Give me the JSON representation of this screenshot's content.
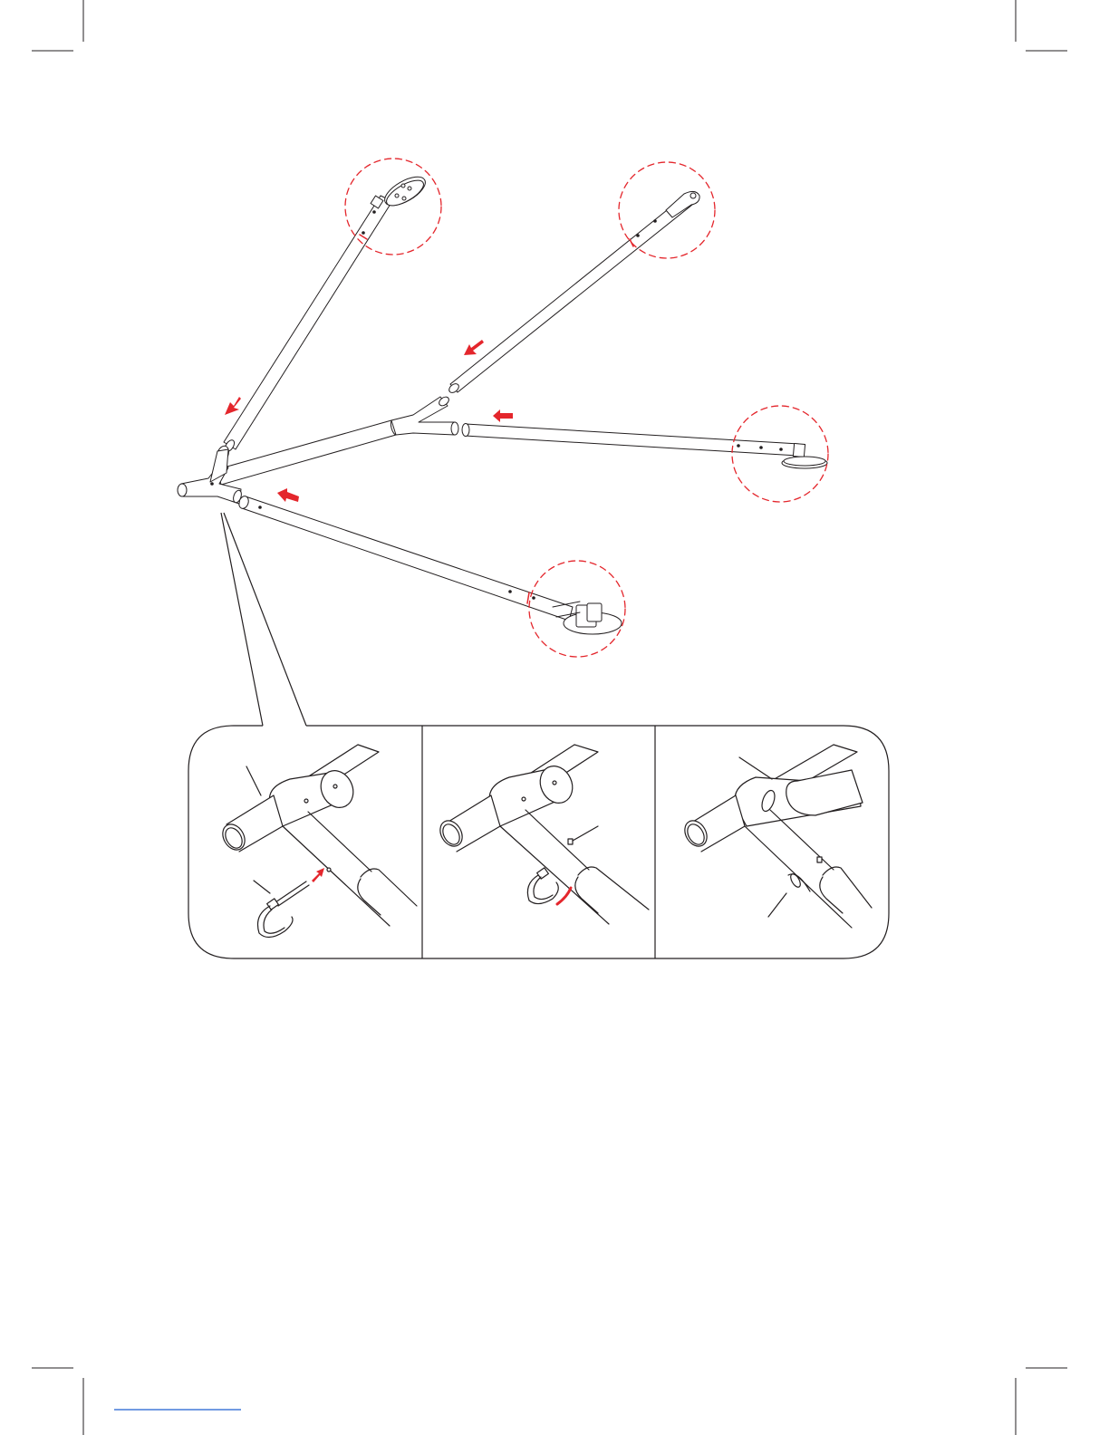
{
  "colors": {
    "ink": "#231f20",
    "accent_red": "#e4262c",
    "footer_link": "#1f5fd1",
    "paper": "#ffffff"
  },
  "diagram": {
    "main_assembly": {
      "tubes": [
        "tube-top-left",
        "tube-top-right",
        "tube-right",
        "tube-bottom",
        "hub-tube"
      ],
      "arrows": [
        "arrow-top-left",
        "arrow-top-right",
        "arrow-right",
        "arrow-bottom"
      ],
      "detail_circles": [
        "circle-top-left",
        "circle-top-right",
        "circle-right",
        "circle-bottom"
      ]
    },
    "detail_panels": [
      "panel-step-1",
      "panel-step-2",
      "panel-step-3"
    ]
  }
}
